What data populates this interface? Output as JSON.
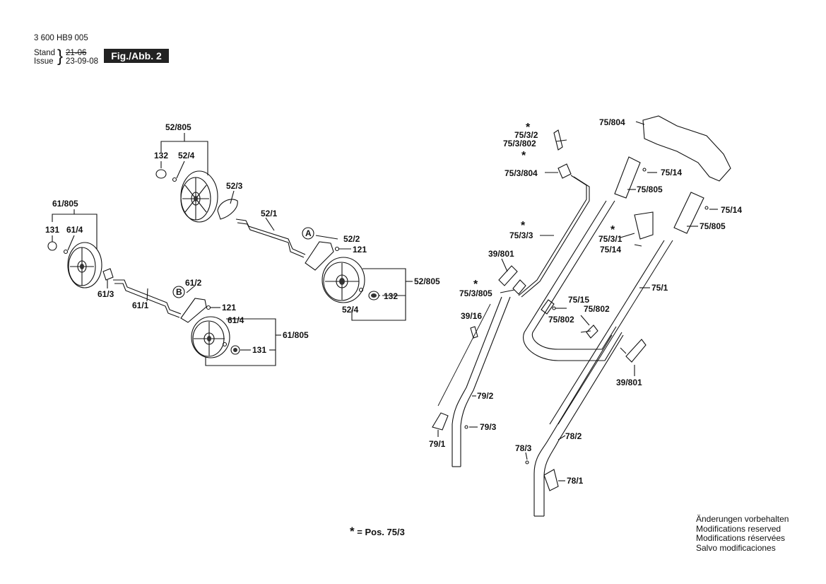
{
  "header": {
    "part_number": "3 600 HB9 005",
    "stand_label": "Stand",
    "issue_label": "Issue",
    "old_date": "21-06",
    "new_date": "23-09-08",
    "figure_label": "Fig./Abb. 2"
  },
  "legend": {
    "symbol": "*",
    "text": "= Pos.  75/3"
  },
  "notes": [
    "Änderungen vorbehalten",
    "Modifications reserved",
    "Modifications réservées",
    "Salvo modificaciones"
  ],
  "callouts": {
    "A": "A",
    "B": "B"
  },
  "labels": {
    "l_52_805_top": "52/805",
    "l_132_top": "132",
    "l_52_4_top": "52/4",
    "l_52_3": "52/3",
    "l_52_1": "52/1",
    "l_52_2": "52/2",
    "l_121_a": "121",
    "l_52_805_right": "52/805",
    "l_132_right": "132",
    "l_52_4_bottom": "52/4",
    "l_61_805_top": "61/805",
    "l_131_top": "131",
    "l_61_4_top": "61/4",
    "l_61_3": "61/3",
    "l_61_1": "61/1",
    "l_61_2": "61/2",
    "l_121_b": "121",
    "l_61_4_bottom": "61/4",
    "l_61_805_right": "61/805",
    "l_131_bottom": "131",
    "l_75_3_2": "75/3/2",
    "l_75_3_802": "75/3/802",
    "l_75_3_804": "75/3/804",
    "l_75_3_3": "75/3/3",
    "l_39_801_left": "39/801",
    "l_75_3_805": "75/3/805",
    "l_39_16": "39/16",
    "l_79_2": "79/2",
    "l_79_3": "79/3",
    "l_79_1": "79/1",
    "l_75_804": "75/804",
    "l_75_14_a": "75/14",
    "l_75_805_a": "75/805",
    "l_75_14_b": "75/14",
    "l_75_805_b": "75/805",
    "l_75_3_1": "75/3/1",
    "l_75_14_c": "75/14",
    "l_75_1": "75/1",
    "l_75_15": "75/15",
    "l_75_802_a": "75/802",
    "l_75_802_b": "75/802",
    "l_39_801_right": "39/801",
    "l_78_2": "78/2",
    "l_78_3": "78/3",
    "l_78_1": "78/1"
  },
  "asterisk": "*"
}
